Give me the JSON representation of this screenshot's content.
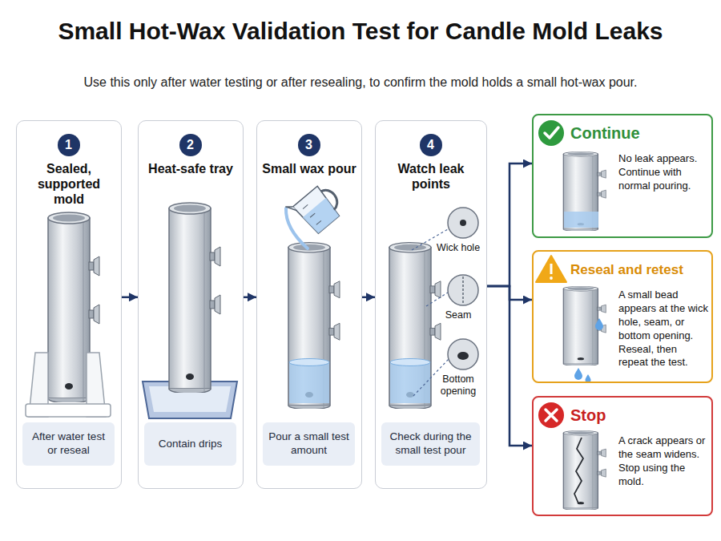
{
  "diagram": {
    "title": "Small Hot-Wax Validation Test for Candle Mold Leaks",
    "caption": "Use this only after water testing or after resealing, to confirm the mold holds a small hot-wax pour.",
    "nodes": [
      {
        "text": [
          "Sealed, supported mold"
        ]
      },
      {
        "text": [
          "1"
        ],
        "in": 0
      },
      {
        "text": [
          "After water test or reseal"
        ],
        "in": 0
      },
      {
        "text": [
          "Heat-safe tray"
        ]
      },
      {
        "text": [
          "2"
        ],
        "in": 3
      },
      {
        "text": [
          "Contain drips"
        ],
        "in": 3
      },
      {
        "text": [
          "Small wax pour"
        ]
      },
      {
        "text": [
          "3"
        ],
        "in": 6
      },
      {
        "text": [
          "Pour a small test amount"
        ],
        "in": 6
      },
      {
        "text": [
          "Watch leak points"
        ]
      },
      {
        "text": [
          "4"
        ],
        "in": 9
      },
      {
        "text": [
          "Check during the small test pour"
        ],
        "in": 9
      },
      {
        "text": [
          "Continue",
          "No leak appears. Continue with normal pouring."
        ]
      },
      {
        "text": [
          "Reseal and retest",
          "A small bead appears at the wick hole, seam, or bottom opening. Reseal, then repeat the test."
        ]
      },
      {
        "text": [
          "Stop",
          "A crack appears or the seam widens. Stop using the mold."
        ]
      }
    ],
    "edges": [
      {
        "from": 0,
        "to": 3,
        "arrow": "to"
      },
      {
        "from": 3,
        "to": 6,
        "arrow": "to"
      },
      {
        "from": 6,
        "to": 9,
        "arrow": "to"
      },
      {
        "from": 9,
        "to": 12,
        "arrow": "to"
      },
      {
        "from": 9,
        "to": 13,
        "arrow": "to"
      },
      {
        "from": 9,
        "to": 14,
        "arrow": "to"
      }
    ],
    "labels": [
      "Wick hole",
      "Seam",
      "Bottom opening"
    ]
  }
}
